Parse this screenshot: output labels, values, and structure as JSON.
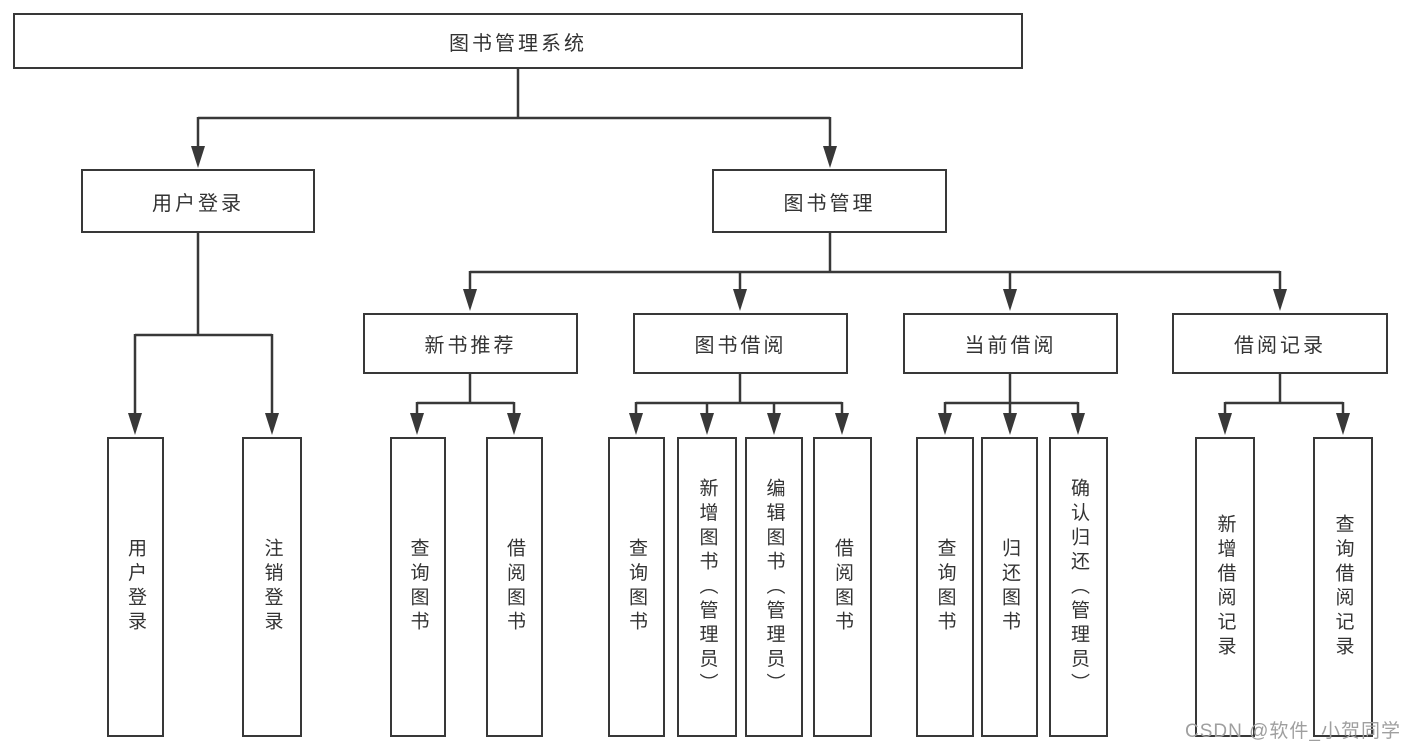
{
  "diagram": {
    "title": "图书管理系统",
    "root": {
      "label": "图书管理系统"
    },
    "branches": [
      {
        "label": "用户登录",
        "children": [
          "用户登录",
          "注销登录"
        ]
      },
      {
        "label": "图书管理",
        "children": [
          {
            "label": "新书推荐",
            "children": [
              "查询图书",
              "借阅图书"
            ]
          },
          {
            "label": "图书借阅",
            "children": [
              "查询图书",
              "新增图书（管理员）",
              "编辑图书（管理员）",
              "借阅图书"
            ]
          },
          {
            "label": "当前借阅",
            "children": [
              "查询图书",
              "归还图书",
              "确认归还（管理员）"
            ]
          },
          {
            "label": "借阅记录",
            "children": [
              "新增借阅记录",
              "查询借阅记录"
            ]
          }
        ]
      }
    ]
  },
  "watermark": {
    "text": "CSDN @软件_小贺同学"
  },
  "colors": {
    "line": "#383838",
    "box_border": "#383838",
    "text": "#333333",
    "watermark": "#9f9f9f",
    "background": "#ffffff"
  }
}
